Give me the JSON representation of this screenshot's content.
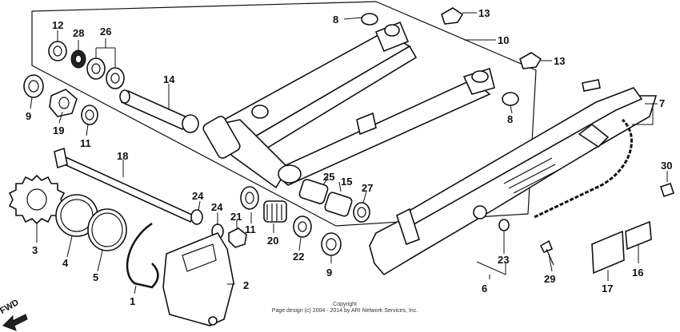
{
  "direction_label": "FWD",
  "copyright_line1": "Copyright",
  "copyright_line2": "Page design (c) 2004 - 2014 by ARI Network Services, Inc.",
  "callouts": {
    "c1": "1",
    "c2": "2",
    "c3": "3",
    "c4": "4",
    "c5": "5",
    "c6": "6",
    "c7": "7",
    "c8a": "8",
    "c8b": "8",
    "c9a": "9",
    "c9b": "9",
    "c10": "10",
    "c11a": "11",
    "c11b": "11",
    "c12": "12",
    "c13a": "13",
    "c13b": "13",
    "c14": "14",
    "c15": "15",
    "c16": "16",
    "c17": "17",
    "c18": "18",
    "c19": "19",
    "c20": "20",
    "c21": "21",
    "c22": "22",
    "c23": "23",
    "c24a": "24",
    "c24b": "24",
    "c25": "25",
    "c26": "26",
    "c27": "27",
    "c28": "28",
    "c29": "29",
    "c30": "30"
  }
}
